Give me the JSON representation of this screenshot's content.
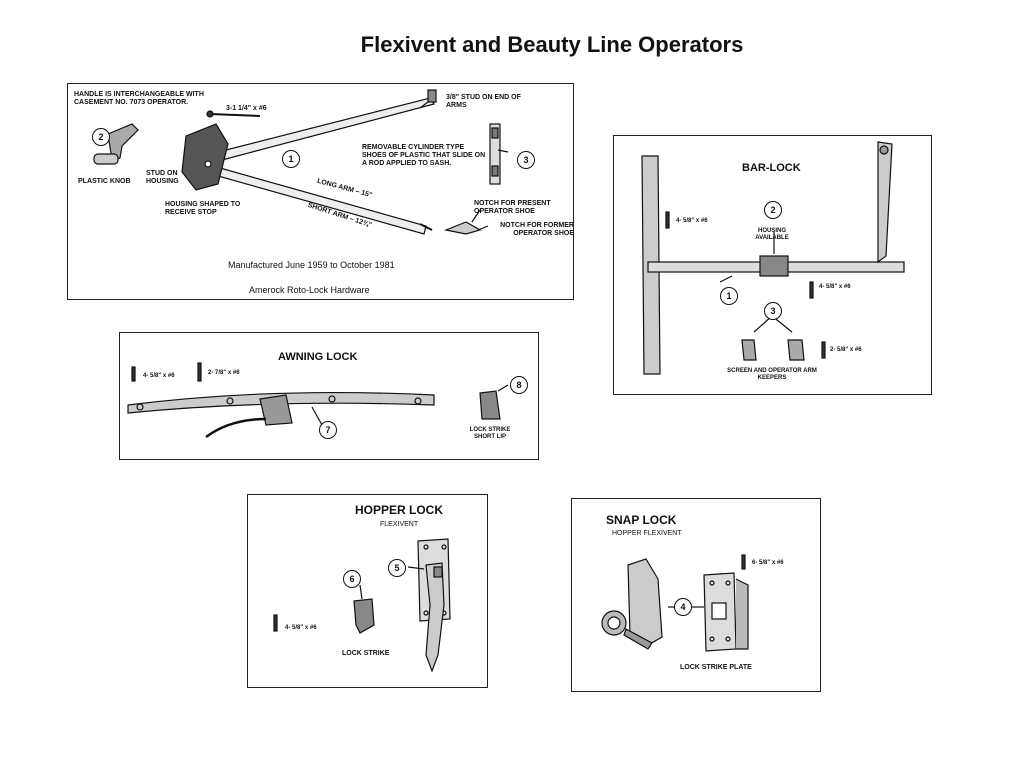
{
  "page_title": "Flexivent and Beauty Line Operators",
  "operator": {
    "note_handle": "HANDLE IS INTERCHANGEABLE WITH CASEMENT NO. 7073  OPERATOR.",
    "screw": "3-1 1/4\" x #6",
    "stud_arms": "3/8\" STUD ON END OF ARMS",
    "cylinder_note": "REMOVABLE CYLINDER TYPE SHOES OF PLASTIC THAT SLIDE ON A ROD APPLIED TO SASH.",
    "plastic_knob": "PLASTIC KNOB",
    "stud_housing": "STUD ON HOUSING",
    "housing_shaped": "HOUSING SHAPED TO RECEIVE STOP",
    "long_arm": "LONG ARM – 15\"",
    "short_arm": "SHORT ARM – 12¾\"",
    "notch_present": "NOTCH FOR PRESENT OPERATOR SHOE",
    "notch_former": "NOTCH FOR FORMER OPERATOR SHOE",
    "manufactured": "Manufactured June 1959 to October 1981",
    "hardware": "Amerock Roto-Lock Hardware",
    "callouts": [
      "1",
      "2",
      "3"
    ]
  },
  "bar_lock": {
    "title": "BAR-LOCK",
    "screw_left": "4- 5/8\" x #6",
    "housing": "HOUSING AVAILABLE",
    "screw_right": "4- 5/8\" x #6",
    "screw_bottom": "2- 5/8\" x #6",
    "keepers": "SCREEN AND OPERATOR ARM KEEPERS",
    "callouts": [
      "1",
      "2",
      "3"
    ]
  },
  "awning_lock": {
    "title": "AWNING LOCK",
    "screw_a": "4- 5/8\" x #6",
    "screw_b": "2- 7/8\" x #6",
    "lock_strike": "LOCK STRIKE SHORT LIP",
    "callouts": [
      "7",
      "8"
    ]
  },
  "hopper_lock": {
    "title": "HOPPER LOCK",
    "subtitle": "FLEXIVENT",
    "screw": "4- 5/8\" x #6",
    "lock_strike": "LOCK STRIKE",
    "callouts": [
      "5",
      "6"
    ]
  },
  "snap_lock": {
    "title": "SNAP LOCK",
    "subtitle": "HOPPER FLEXIVENT",
    "screw": "6- 5/8\" x #6",
    "plate": "LOCK STRIKE PLATE",
    "callouts": [
      "4"
    ]
  }
}
